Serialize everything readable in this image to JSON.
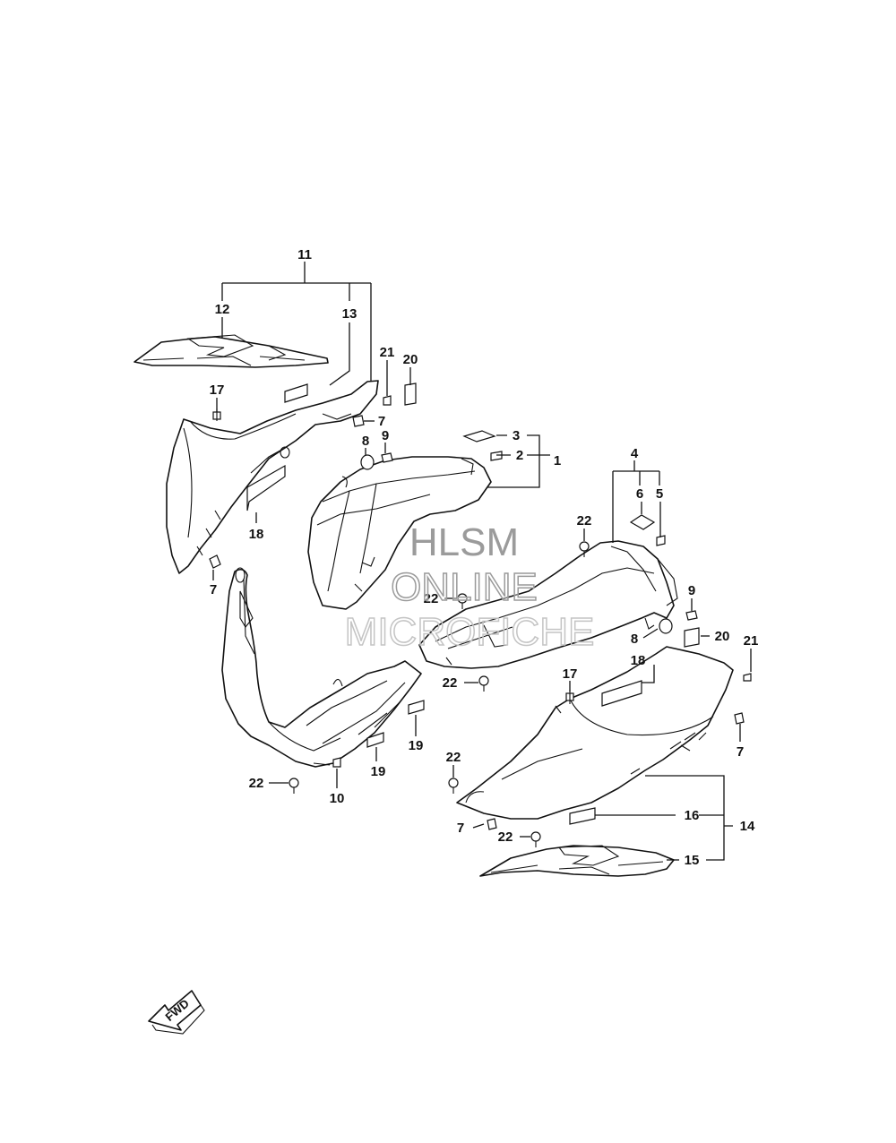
{
  "watermark": {
    "line1": "HLSM",
    "line2": "ONLINE",
    "line3": "MICROFICHE"
  },
  "direction_label": "FWD",
  "callouts": {
    "c11": "11",
    "c12": "12",
    "c13": "13",
    "c21a": "21",
    "c20a": "20",
    "c17a": "17",
    "c7a": "7",
    "c8a": "8",
    "c9a": "9",
    "c3": "3",
    "c2": "2",
    "c1": "1",
    "c18a": "18",
    "c7b": "7",
    "c4": "4",
    "c6": "6",
    "c5": "5",
    "c22a": "22",
    "c22b": "22",
    "c9b": "9",
    "c8b": "8",
    "c20b": "20",
    "c21b": "21",
    "c22c": "22",
    "c17b": "17",
    "c18b": "18",
    "c7c": "7",
    "c19a": "19",
    "c19b": "19",
    "c22d": "22",
    "c10": "10",
    "c22e": "22",
    "c16": "16",
    "c14": "14",
    "c7d": "7",
    "c22f": "22",
    "c15": "15"
  }
}
